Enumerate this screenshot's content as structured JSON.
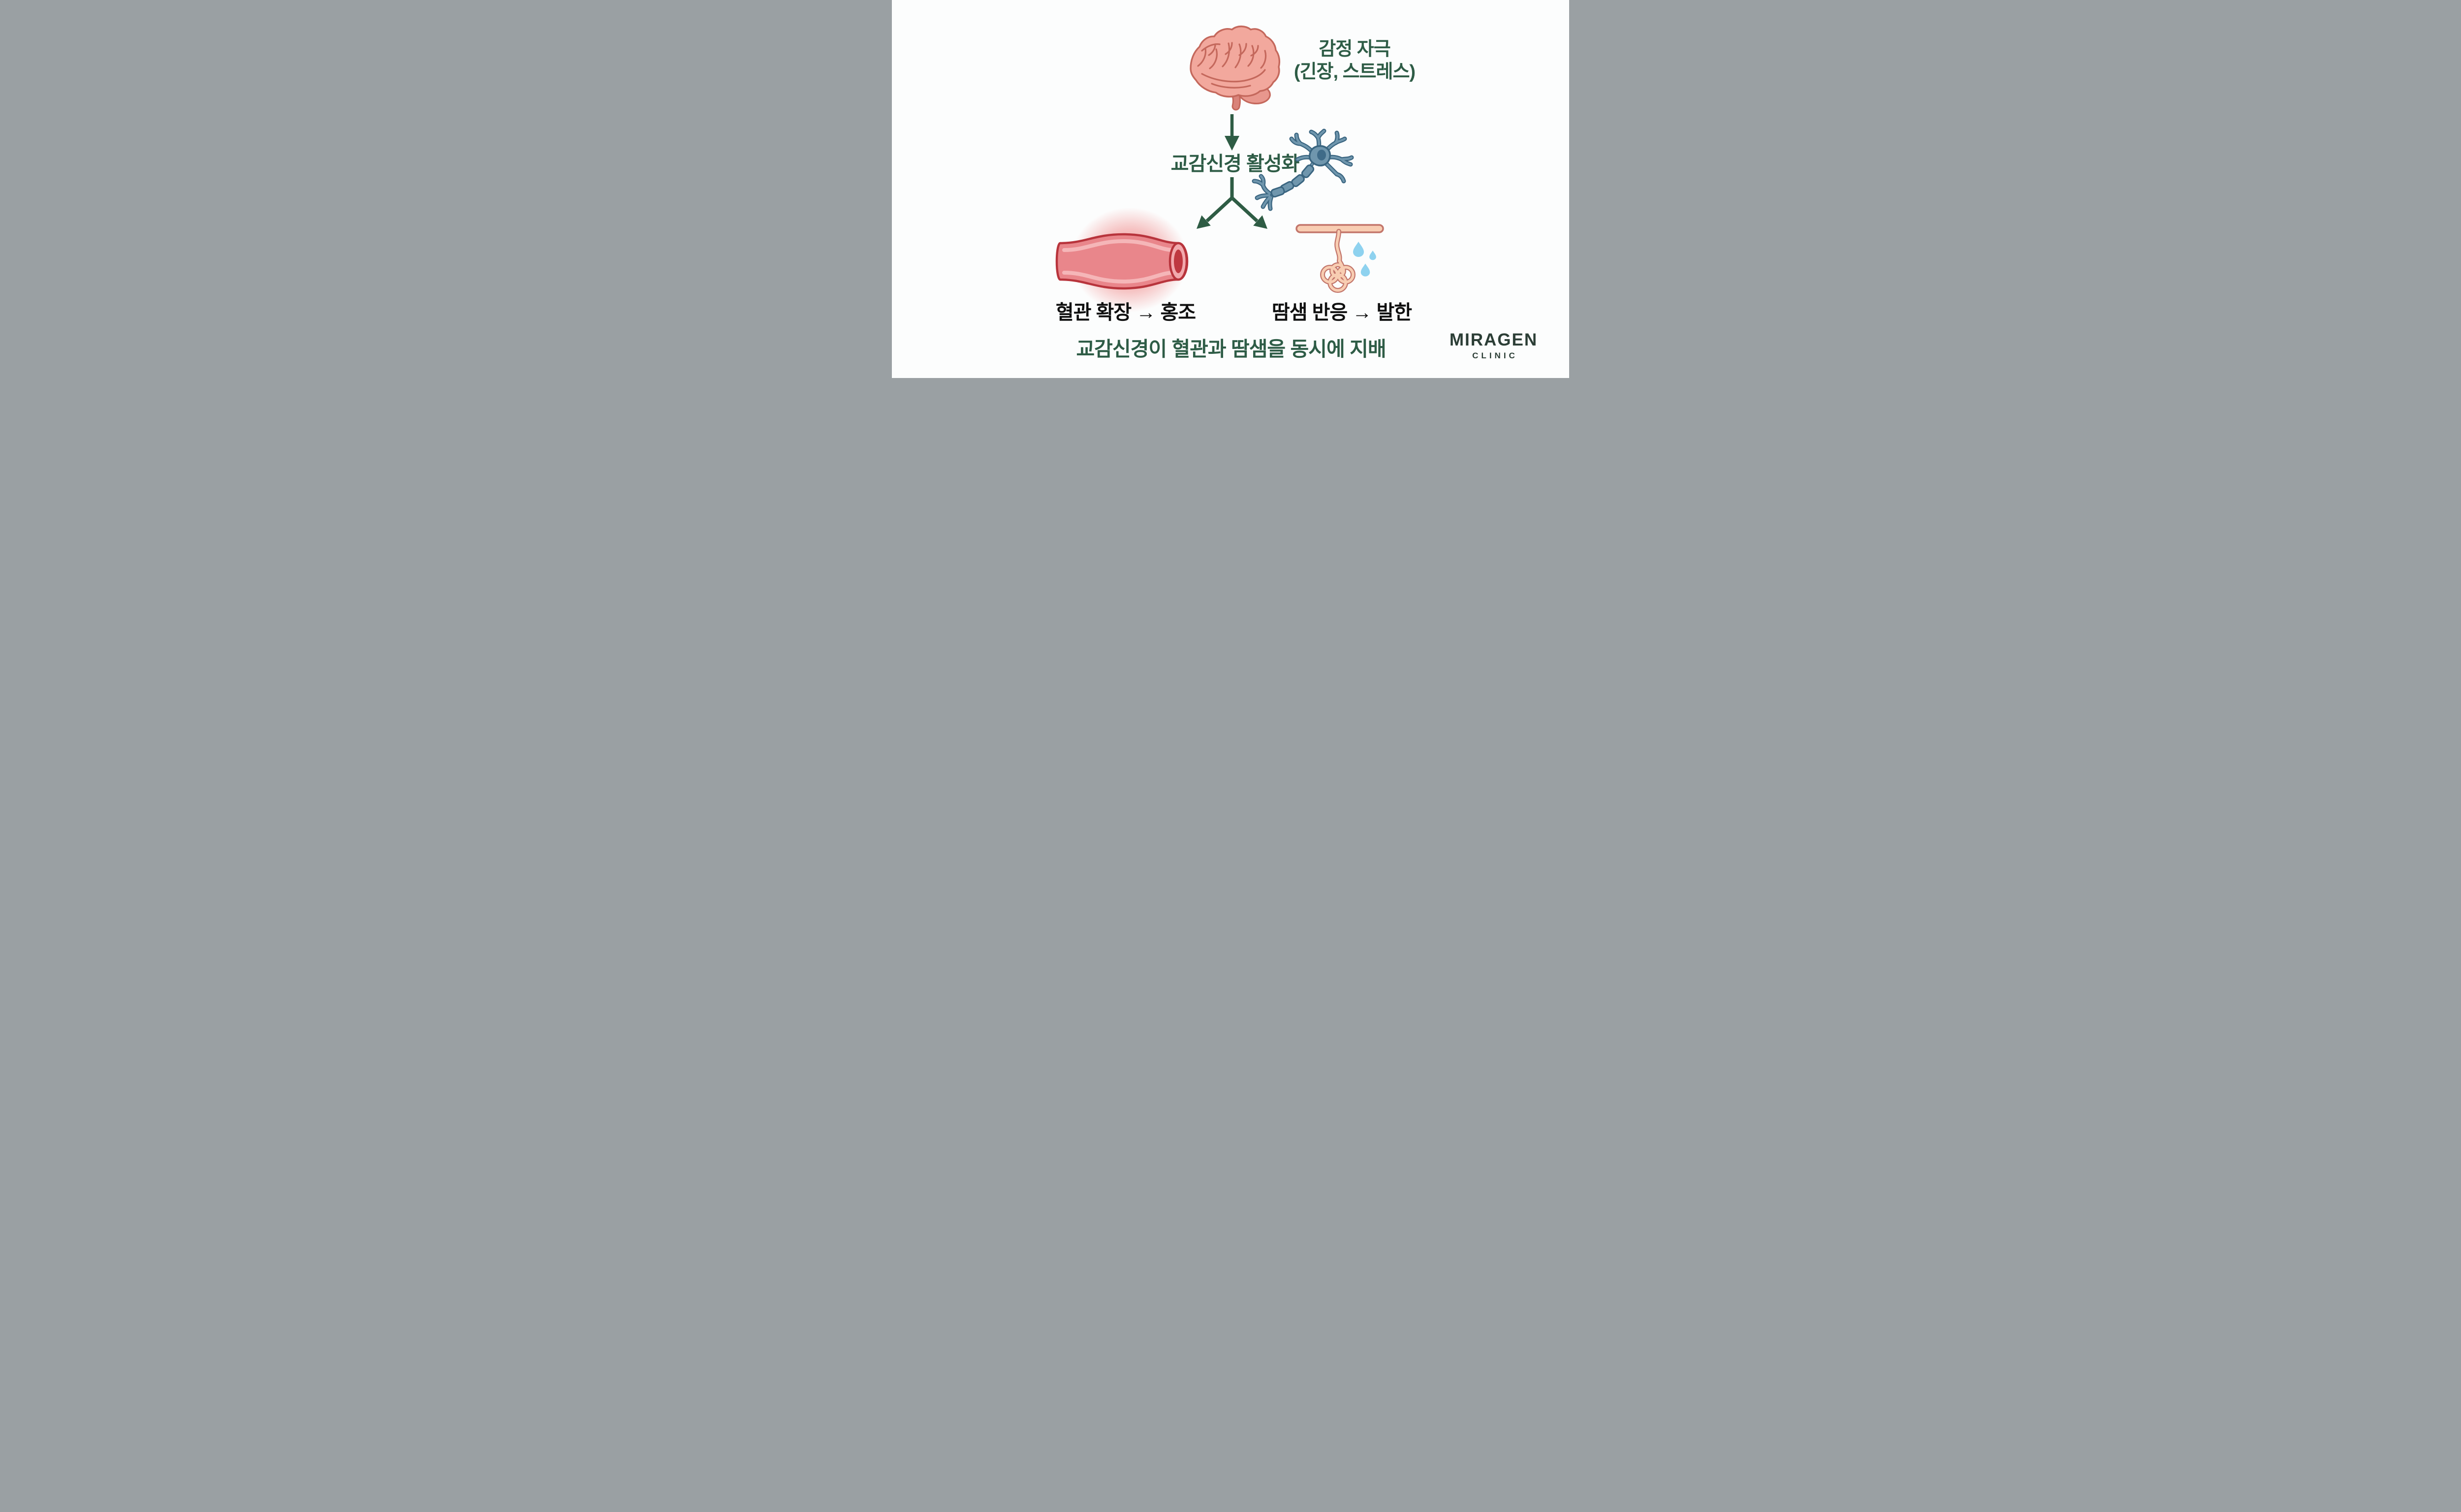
{
  "diagram": {
    "title_node": {
      "label": "감정 자극\n(긴장, 스트레스)"
    },
    "activation_node": {
      "label": "교감신경 활성화"
    },
    "vessel_node": {
      "label": "혈관 확장 → 홍조"
    },
    "sweat_node": {
      "label": "땀샘 반응 → 발한"
    },
    "conclusion": {
      "label": "교감신경이 혈관과 땀샘을 동시에 지배"
    },
    "flow": [
      "감정 자극 (긴장, 스트레스)",
      "교감신경 활성화",
      "혈관 확장 → 홍조",
      "땀샘 반응 → 발한"
    ]
  },
  "logo": {
    "name": "MIRAGEN",
    "sub": "CLINIC"
  },
  "icons": {
    "brain-icon": "cartoon side-view brain, pink with darker gyri lines",
    "down-arrow-icon": "green downward arrow from brain to activation text",
    "neuron-icon": "blue neuron with soma, dendrites, myelinated axon, terminals",
    "fork-arrow-icon": "green forked arrow splitting to blood vessel and sweat gland",
    "blood-vessel-icon": "dilated red blood vessel tube with red glow",
    "sweat-gland-icon": "skin surface bar with coiled sweat gland duct",
    "sweat-droplets-icon": "three light-blue sweat droplets"
  },
  "colors": {
    "background": "#fcfdfd",
    "accent_green": "#2e5c46",
    "arrow_green": "#2e5c44",
    "label_black": "#0f0f0f",
    "brain_fill": "#f2a89d",
    "brain_outline": "#c4685c",
    "brain_stem": "#d9837a",
    "cerebellum_fill": "#e8978d",
    "vessel_outline": "#b8343c",
    "vessel_fill": "#e9868b",
    "vessel_stripe": "#f5b6b8",
    "vessel_cap": "#f2a9ad",
    "vessel_lumen": "#bf3840",
    "vessel_glow": "#e73939",
    "gland_fill": "#f8cdb2",
    "gland_outline": "#c3766b",
    "droplet_blue": "#8ed2ef",
    "neuron_fill": "#6f96ad",
    "neuron_outline": "#3a6580",
    "neuron_nucleus": "#3f6b88",
    "logo_color": "#2c3e36"
  }
}
